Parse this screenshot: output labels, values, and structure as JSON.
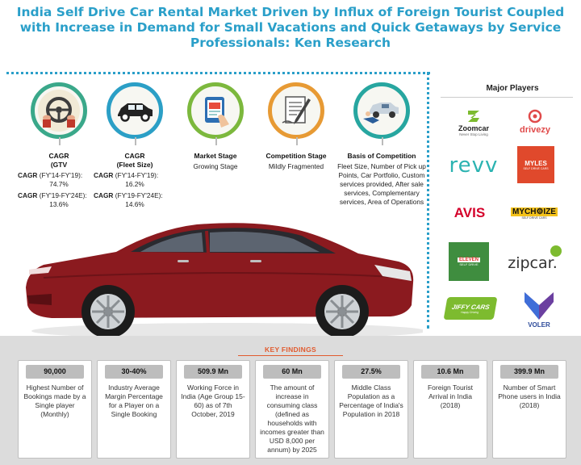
{
  "title": "India Self Drive Car Rental Market Driven by Influx of Foreign Tourist Coupled with Increase in Demand for Small Vacations and Quick Getaways by Service Professionals: Ken Research",
  "metrics": [
    {
      "icon": "steering-wheel-icon",
      "head1": "CAGR",
      "head2": "(GTV",
      "rows": [
        {
          "label": "CAGR",
          "period": "(FY'14-FY'19):",
          "value": "74.7%"
        },
        {
          "label": "CAGR",
          "period": "(FY'19-FY'24E):",
          "value": "13.6%"
        }
      ]
    },
    {
      "icon": "car-icon",
      "head1": "CAGR",
      "head2": "(Fleet Size)",
      "rows": [
        {
          "label": "CAGR",
          "period": "(FY'14-FY'19):",
          "value": "16.2%"
        },
        {
          "label": "CAGR",
          "period": "(FY'19-FY'24E):",
          "value": "14.6%"
        }
      ]
    },
    {
      "icon": "tablet-touch-icon",
      "head": "Market Stage",
      "body": "Growing Stage"
    },
    {
      "icon": "document-pen-icon",
      "head": "Competition Stage",
      "body": "Mildly Fragmented"
    },
    {
      "icon": "car-handshake-icon",
      "head": "Basis of Competition",
      "body": "Fleet Size, Number of Pick up Points, Car Portfolio, Custom services provided, After sale services, Complementary services, Area of Operations"
    }
  ],
  "players": {
    "title": "Major Players",
    "zoomcar": {
      "name": "Zoomcar",
      "tagline": "Never Stop Living"
    },
    "drivezy": "drivezy",
    "revv": "revv",
    "myles": {
      "name": "MYLES",
      "tagline": "SELF DRIVE CARS"
    },
    "avis": "AVIS",
    "mychoize": {
      "name": "MYCH⚙IZE",
      "tagline": "SELF DRIVE CARS"
    },
    "eleven": {
      "name": "ELEVEN",
      "tagline": "SELF DRIVE"
    },
    "zipcar": "zipcar.",
    "jiffy": {
      "name": "JIFFY CARS",
      "tagline": "Happy Driving"
    },
    "voler": "VOLER"
  },
  "key_findings": {
    "title": "KEY FINDINGS",
    "items": [
      {
        "value": "90,000",
        "desc": "Highest Number of Bookings made by a Single player (Monthly)"
      },
      {
        "value": "30-40%",
        "desc": "Industry Average Margin Percentage for a Player on a Single Booking"
      },
      {
        "value": "509.9 Mn",
        "desc": "Working Force in India (Age Group 15-60) as of 7th October, 2019"
      },
      {
        "value": "60 Mn",
        "desc": "The amount of increase in consuming class (defined as households with incomes greater than USD 8,000 per annum) by 2025"
      },
      {
        "value": "27.5%",
        "desc": "Middle Class Population as a Percentage of India's Population in 2018"
      },
      {
        "value": "10.6 Mn",
        "desc": "Foreign Tourist Arrival in India (2018)"
      },
      {
        "value": "399.9 Mn",
        "desc": "Number of Smart Phone users in India (2018)"
      }
    ]
  },
  "colors": {
    "title": "#2a9fc9",
    "car_body": "#8b1a1f",
    "key_findings_title": "#e15b2f"
  }
}
